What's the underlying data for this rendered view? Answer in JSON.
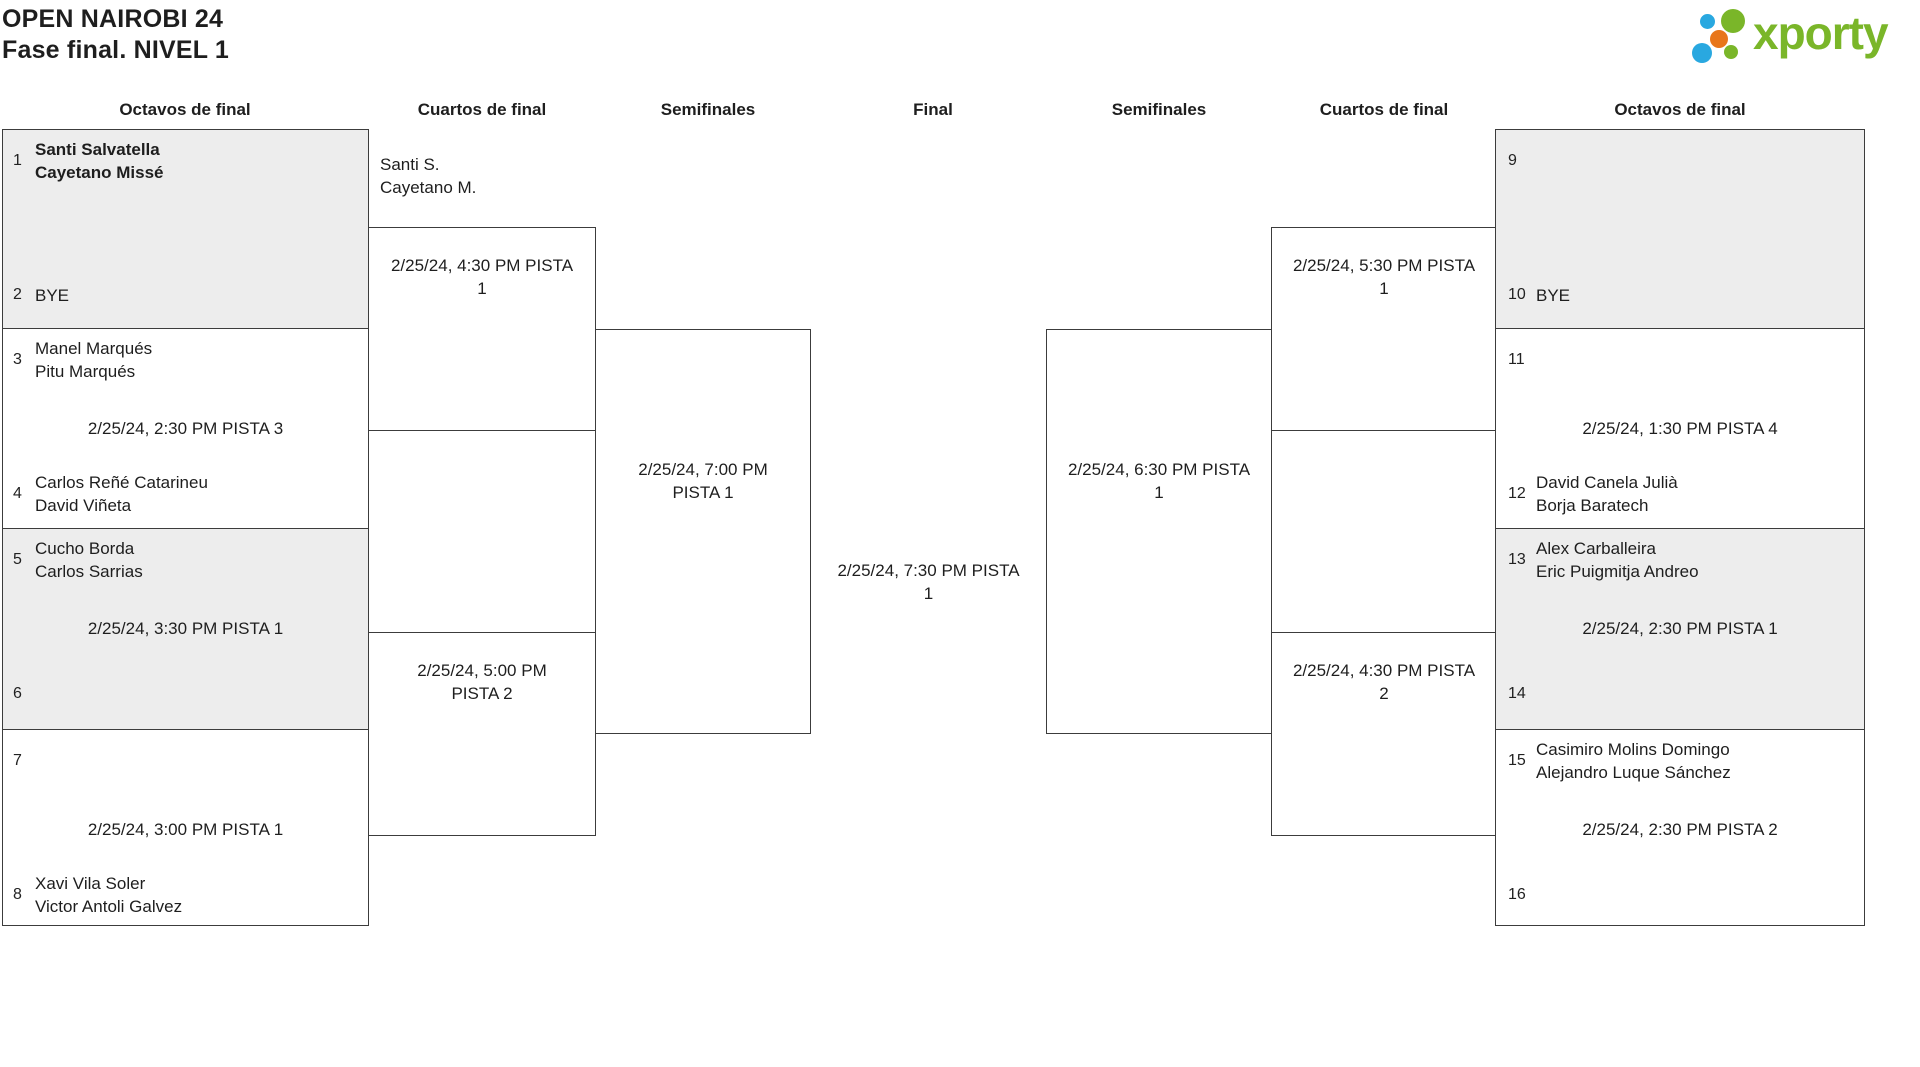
{
  "header": {
    "title": "OPEN NAIROBI 24",
    "subtitle": "Fase final. NIVEL 1"
  },
  "logo": {
    "text": "xporty",
    "colors": {
      "green": "#7ab629",
      "blue": "#29a8e0",
      "orange": "#e8761a"
    }
  },
  "columns": [
    "Octavos de final",
    "Cuartos de final",
    "Semifinales",
    "Final",
    "Semifinales",
    "Cuartos de final",
    "Octavos de final"
  ],
  "bracket": {
    "left_octavos": [
      {
        "top_seed": "1",
        "top_team": "Santi Salvatella\nCayetano Missé",
        "schedule": "",
        "bottom_seed": "2",
        "bottom_team": "BYE"
      },
      {
        "top_seed": "3",
        "top_team": "Manel Marqués\nPitu Marqués",
        "schedule": "2/25/24, 2:30 PM PISTA 3",
        "bottom_seed": "4",
        "bottom_team": "Carlos Reñé Catarineu\nDavid Viñeta"
      },
      {
        "top_seed": "5",
        "top_team": "Cucho Borda\nCarlos Sarrias",
        "schedule": "2/25/24, 3:30 PM PISTA 1",
        "bottom_seed": "6",
        "bottom_team": ""
      },
      {
        "top_seed": "7",
        "top_team": "",
        "schedule": "2/25/24, 3:00 PM PISTA 1",
        "bottom_seed": "8",
        "bottom_team": "Xavi Vila Soler\nVictor Antoli Galvez"
      }
    ],
    "right_octavos": [
      {
        "top_seed": "9",
        "top_team": "",
        "schedule": "",
        "bottom_seed": "10",
        "bottom_team": "BYE"
      },
      {
        "top_seed": "11",
        "top_team": "",
        "schedule": "2/25/24, 1:30 PM PISTA 4",
        "bottom_seed": "12",
        "bottom_team": "David Canela Julià\nBorja Baratech"
      },
      {
        "top_seed": "13",
        "top_team": "Alex Carballeira\nEric Puigmitja Andreo",
        "schedule": "2/25/24, 2:30 PM PISTA 1",
        "bottom_seed": "14",
        "bottom_team": ""
      },
      {
        "top_seed": "15",
        "top_team": "Casimiro Molins Domingo\nAlejandro Luque Sánchez",
        "schedule": "2/25/24, 2:30 PM PISTA 2",
        "bottom_seed": "16",
        "bottom_team": ""
      }
    ],
    "left_quarters": {
      "advancing_team": "Santi S.\nCayetano M.",
      "box1_schedule": "2/25/24, 4:30 PM PISTA\n1",
      "box2_schedule": "2/25/24, 5:00 PM\nPISTA 2"
    },
    "left_semifinal_schedule": "2/25/24, 7:00 PM\nPISTA 1",
    "final_schedule": "2/25/24, 7:30 PM PISTA\n1",
    "right_semifinal_schedule": "2/25/24, 6:30 PM PISTA\n1",
    "right_quarters": {
      "box1_schedule": "2/25/24, 5:30 PM PISTA\n1",
      "box2_schedule": "2/25/24, 4:30 PM PISTA\n2"
    }
  }
}
